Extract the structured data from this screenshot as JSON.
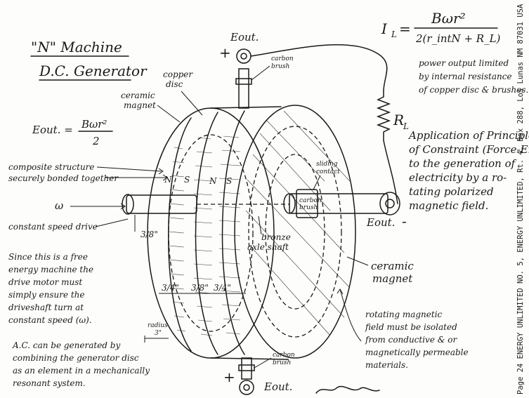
{
  "title": {
    "machine": "\"N\" Machine",
    "generator": "D.C. Generator"
  },
  "formulas": {
    "current_lhs": "I",
    "current_sub": "L",
    "current_num": "Bωr²",
    "current_den": "2(r_intN + R_L)",
    "eout_lhs": "Eout. =",
    "eout_num": "Bωr²",
    "eout_den": "2"
  },
  "notes": {
    "power_output": [
      "power output limited",
      "by internal resistance",
      "of copper disc & brushes."
    ],
    "application": [
      "Application of Principle",
      "of Constraint (Force-Energy)",
      "to the generation of",
      "electricity by a ro-",
      "tating polarized",
      "magnetic field."
    ],
    "composite": [
      "composite structure",
      "securely bonded together"
    ],
    "omega": "ω",
    "constant_speed": "constant speed drive",
    "free_energy": [
      "Since this is a free",
      "energy machine the",
      "drive motor must",
      "simply ensure the",
      "driveshaft turn at",
      "constant speed (ω)."
    ],
    "ac": [
      "A.C. can be generated by",
      "combining the generator disc",
      "as an element in a mechanically",
      "resonant system."
    ],
    "rotating_field": [
      "rotating magnetic",
      "field must be isolated",
      "from conductive & or",
      "magnetically permeable",
      "materials."
    ]
  },
  "labels": {
    "copper_disc": [
      "copper",
      "disc"
    ],
    "ceramic_magnet_left": [
      "ceramic",
      "magnet"
    ],
    "ceramic_magnet_right": [
      "ceramic",
      "magnet"
    ],
    "carbon_brush_top": [
      "carbon",
      "brush"
    ],
    "carbon_brush_bottom": [
      "carbon",
      "brush"
    ],
    "sliding_contact": [
      "sliding",
      "contact"
    ],
    "carbon_brush_axle": [
      "carbon",
      "brush"
    ],
    "bronze_axle": [
      "bronze",
      "axle shaft"
    ],
    "resistor": "R",
    "resistor_sub": "L",
    "eout_top": "Eout.",
    "eout_right": "Eout.",
    "eout_bottom": "Eout.",
    "plus_top": "+",
    "plus_bottom": "+",
    "minus_right": "-",
    "pole_n1": "N",
    "pole_s1": "S",
    "pole_n2": "N",
    "pole_s2": "S",
    "dim_quarter_1": "3/4\"",
    "dim_eighth": "3/8\"",
    "dim_quarter_2": "3/4\"",
    "dim_shaft": "3/8\"",
    "radius": [
      "radius",
      "3\""
    ]
  },
  "footer": "Page 24  ENERGY UNLIMITED NO. 5, ENERGY UNLIMITED, Rt. 4, Box 288, Los Lunas NM 87031 USA"
}
